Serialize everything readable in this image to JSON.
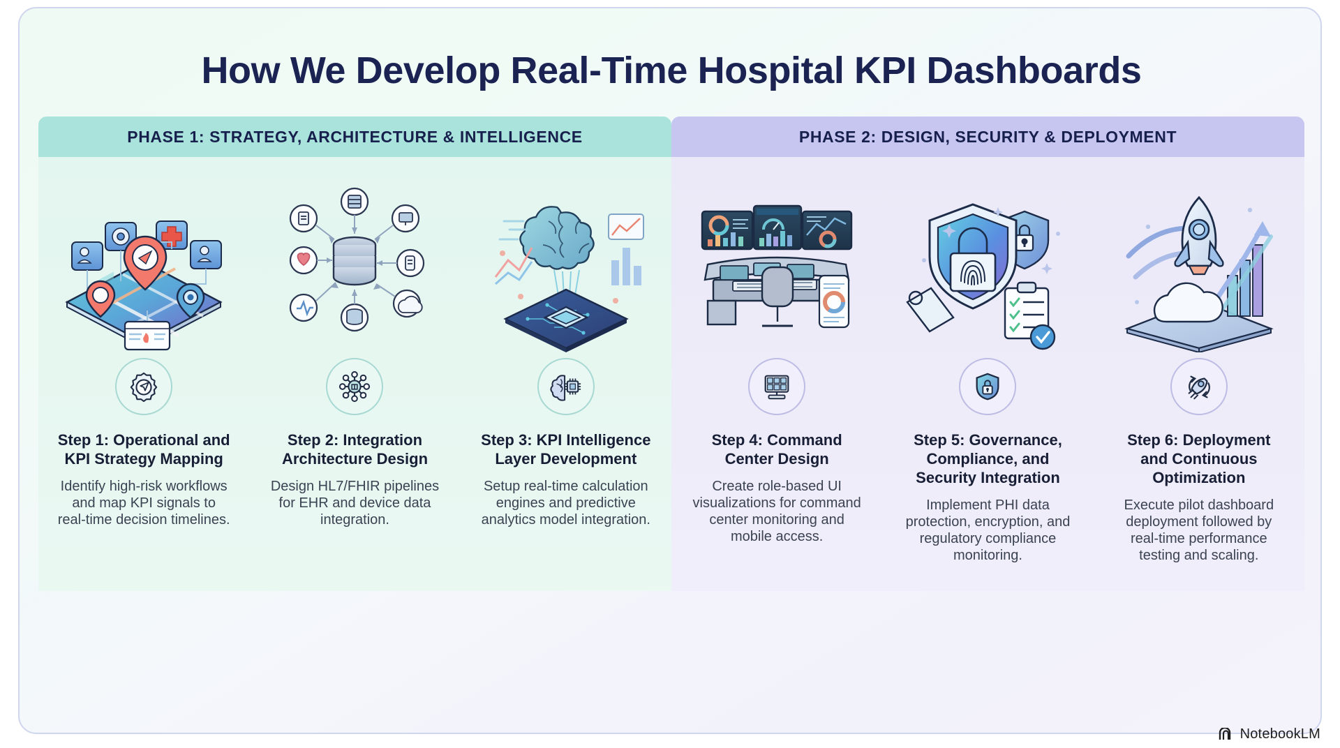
{
  "page": {
    "title": "How We Develop Real-Time Hospital KPI Dashboards",
    "watermark": "NotebookLM",
    "colors": {
      "title_text": "#1b2353",
      "phase1_header_bg": "#a9e3dc",
      "phase2_header_bg": "#c7c6f0",
      "phase1_body_bg": "#e8f7f1",
      "phase2_body_bg": "#efeefa",
      "card_border": "#cfd6ee",
      "body_text": "#3b4252",
      "heading_text": "#171e35"
    }
  },
  "phases": [
    {
      "label": "PHASE 1: STRATEGY, ARCHITECTURE & INTELLIGENCE"
    },
    {
      "label": "PHASE 2: DESIGN, SECURITY & DEPLOYMENT"
    }
  ],
  "steps": [
    {
      "title": "Step 1: Operational and KPI Strategy Mapping",
      "desc": "Identify high-risk workflows and map KPI signals to real-time decision timelines.",
      "badge_icon": "gear-compass-icon",
      "illustration": "isometric-map-with-location-pins-illustration"
    },
    {
      "title": "Step 2: Integration Architecture Design",
      "desc": "Design HL7/FHIR pipelines for EHR and device data integration.",
      "badge_icon": "network-hub-icon",
      "illustration": "data-integration-network-illustration"
    },
    {
      "title": "Step 3: KPI Intelligence Layer Development",
      "desc": "Setup real-time calculation engines and predictive analytics model integration.",
      "badge_icon": "brain-chip-icon",
      "illustration": "brain-analytics-processor-illustration"
    },
    {
      "title": "Step 4: Command Center Design",
      "desc": "Create role-based UI visualizations for command center monitoring and mobile access.",
      "badge_icon": "dashboard-monitor-icon",
      "illustration": "command-center-workstation-illustration"
    },
    {
      "title": "Step 5: Governance, Compliance, and Security Integration",
      "desc": "Implement PHI data protection, encryption, and regulatory compliance monitoring.",
      "badge_icon": "shield-lock-icon",
      "illustration": "security-shield-fingerprint-illustration"
    },
    {
      "title": "Step 6: Deployment and Continuous Optimization",
      "desc": "Execute pilot dashboard deployment followed by real-time performance testing and scaling.",
      "badge_icon": "rocket-refresh-icon",
      "illustration": "rocket-launch-growth-illustration"
    }
  ]
}
